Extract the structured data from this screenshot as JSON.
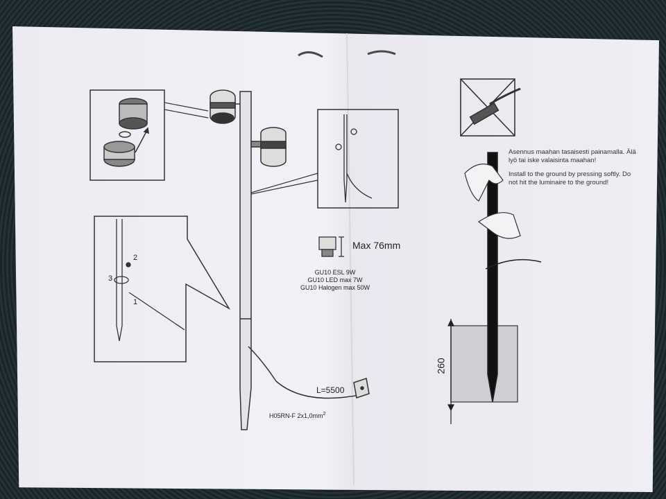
{
  "bulb": {
    "max_label": "Max 76mm",
    "specs": [
      "GU10 ESL 9W",
      "GU10 LED max 7W",
      "GU10 Halogen max 50W"
    ]
  },
  "cable": {
    "length_label": "L=5500",
    "type_label": "H05RN-F 2x1,0mm",
    "type_sup": "2"
  },
  "steps": [
    "1",
    "2",
    "3"
  ],
  "install_note": {
    "finnish": "Asennus maahan tasaisesti painamalla. Älä lyö tai iske valaisinta maahan!",
    "english": "Install to the ground by pressing softly. Do not hit the luminaire to the ground!"
  },
  "depth_label": "260"
}
